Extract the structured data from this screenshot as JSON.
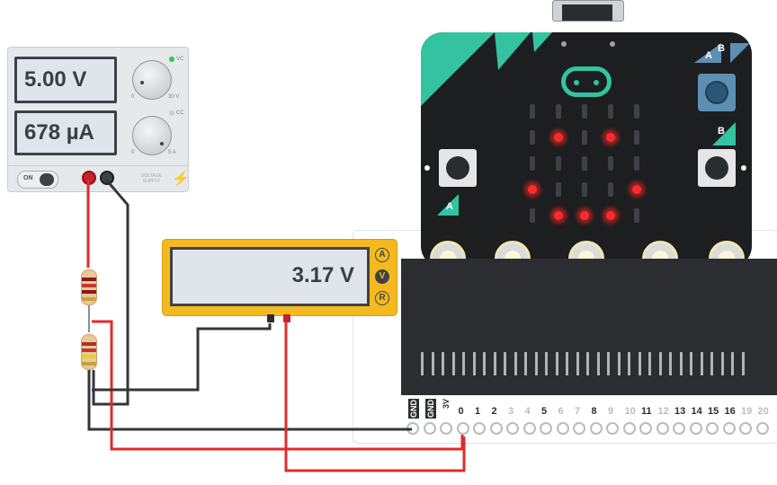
{
  "power_supply": {
    "voltage_display": "5.00 V",
    "current_display": "678 µA",
    "vc_label": "VC",
    "cc_label": "CC",
    "voltage_scale_min": "0",
    "voltage_scale_max": "30 V",
    "current_scale_min": "0",
    "current_scale_max": "5 A",
    "on_label": "ON",
    "brand_line1": "VOLTAGE",
    "brand_line2": "SUPPLY",
    "power_symbol": "⚡",
    "led_on_color": "#2ecc40"
  },
  "multimeter": {
    "reading": "3.17 V",
    "modes": [
      "A",
      "V",
      "R"
    ],
    "active_mode": "V",
    "body_color": "#f4b91f"
  },
  "microbit": {
    "button_a_label": "A",
    "button_b_label": "B",
    "ab_label_a": "A",
    "ab_label_b": "B",
    "logo_color": "#34c3a0",
    "led_on_color": "#ff2b2b"
  },
  "breakout": {
    "pin_labels": [
      "GND",
      "GND",
      "3V",
      "0",
      "1",
      "2",
      "3",
      "4",
      "5",
      "6",
      "7",
      "8",
      "9",
      "10",
      "11",
      "12",
      "13",
      "14",
      "15",
      "16",
      "19",
      "20"
    ]
  },
  "resistors": [
    {
      "bands": [
        "#8b1a1a",
        "#c0392b",
        "#8b1a1a",
        "#c8a13a"
      ]
    },
    {
      "bands": [
        "#b03030",
        "#c0392b",
        "#e6d12b",
        "#c8a13a"
      ]
    }
  ],
  "wire_colors": {
    "red": "#e02b2b",
    "black": "#333639"
  }
}
